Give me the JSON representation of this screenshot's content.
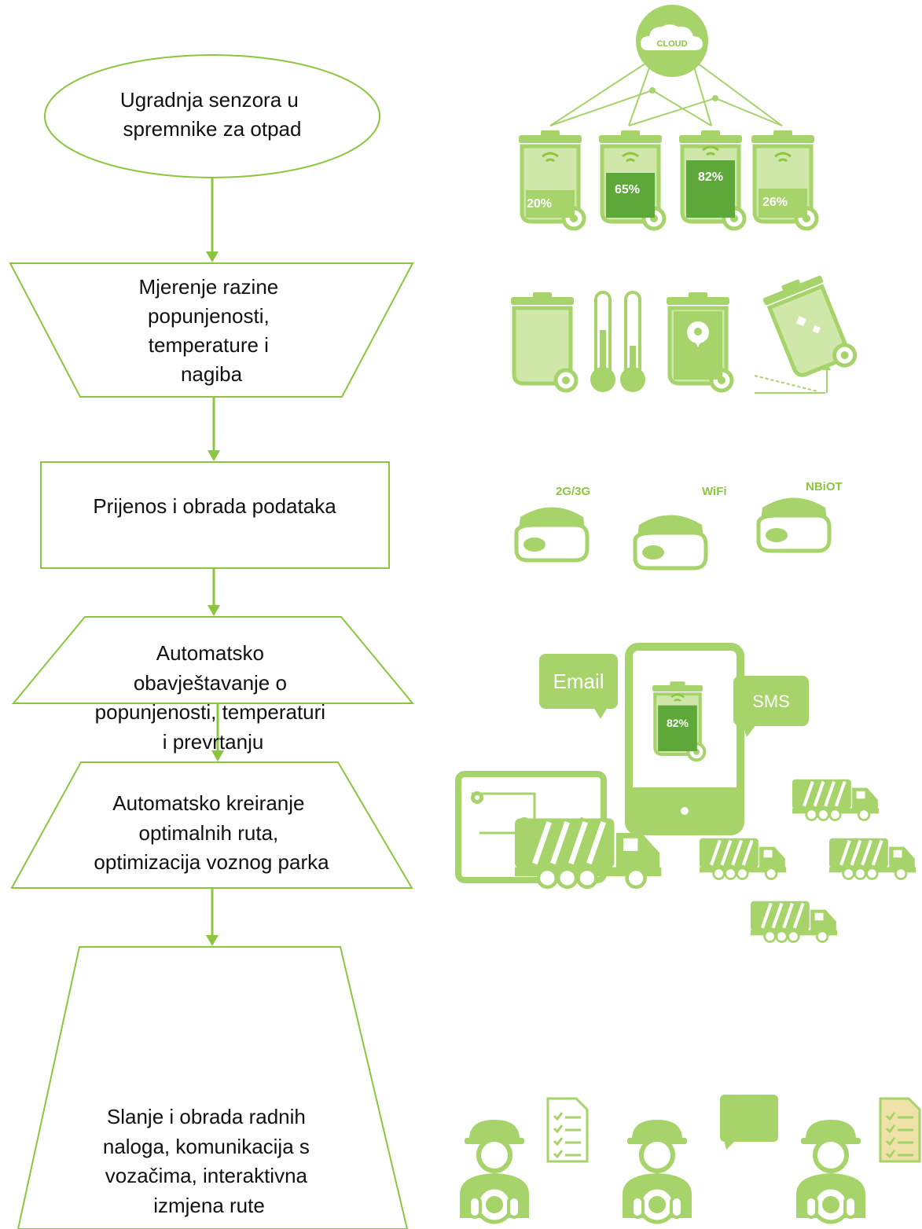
{
  "flow": {
    "steps": [
      {
        "lines": [
          "Ugradnja senzora u",
          "spremnike za otpad"
        ]
      },
      {
        "lines": [
          "Mjerenje razine",
          "popunjenosti,",
          "temperature i",
          "nagiba"
        ]
      },
      {
        "lines": [
          "Prijenos i obrada podataka"
        ]
      },
      {
        "lines": [
          "Automatsko",
          "obavještavanje o",
          "popunjenosti, temperaturi",
          "i prevrtanju"
        ]
      },
      {
        "lines": [
          "Automatsko kreiranje",
          "optimalnih ruta,",
          "optimizacija voznog parka"
        ]
      },
      {
        "lines": [
          "Slanje i obrada radnih",
          "naloga, komunikacija s",
          "vozačima, interaktivna",
          "izmjena rute"
        ]
      }
    ]
  },
  "illustrations": {
    "cloud_label": "CLOUD",
    "bin_levels": [
      "20%",
      "65%",
      "82%",
      "26%"
    ],
    "sensor_networks": [
      "2G/3G",
      "WiFi",
      "NBiOT"
    ],
    "notify_email": "Email",
    "notify_sms": "SMS",
    "phone_bin_level": "82%"
  },
  "colors": {
    "flow_stroke": "#8cc63f",
    "icon_fill": "#a6d36a",
    "icon_light": "#cfe7a8",
    "icon_dark": "#5ea83a",
    "icon_white": "#ffffff",
    "doc_yellow": "#efe2a8"
  }
}
